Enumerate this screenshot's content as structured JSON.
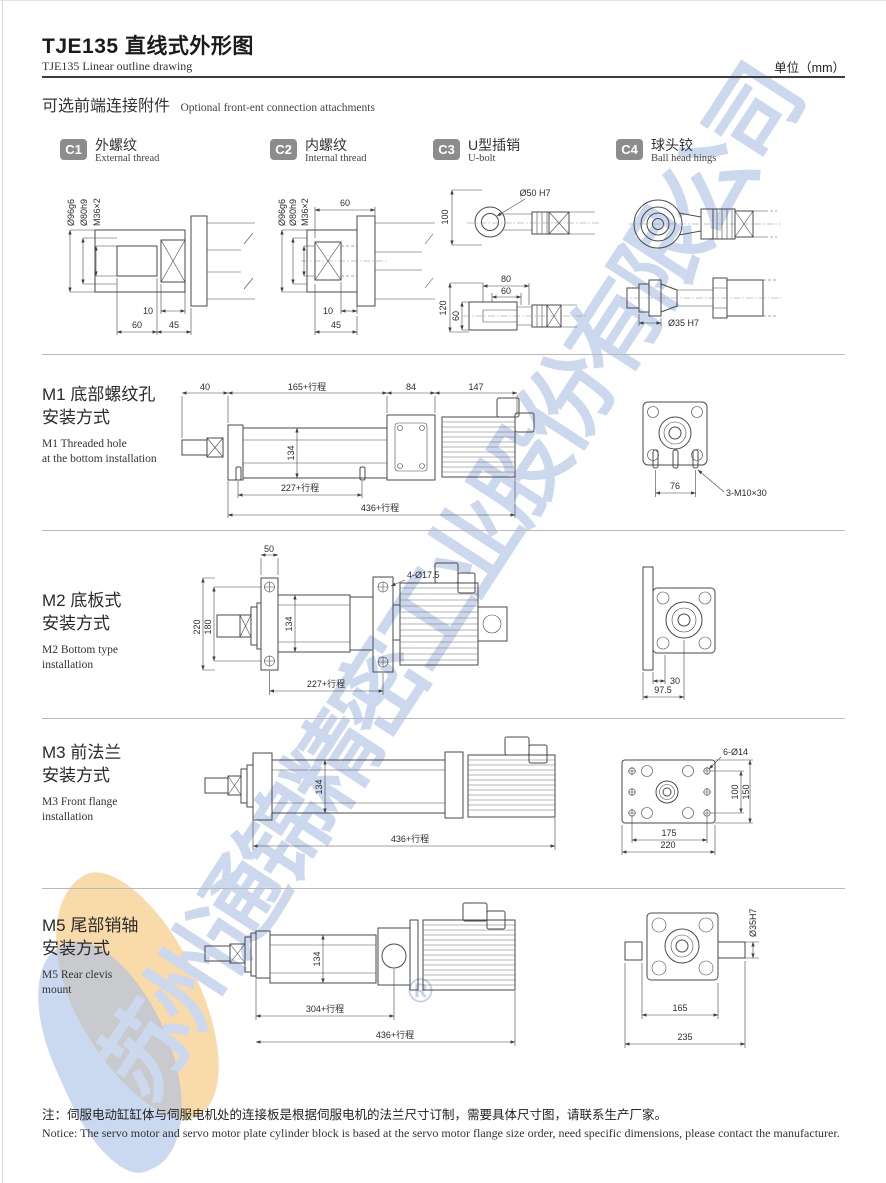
{
  "header": {
    "title_zh": "TJE135 直线式外形图",
    "title_en": "TJE135 Linear outline drawing",
    "unit_label": "单位（mm）"
  },
  "section": {
    "title_zh": "可选前端连接附件",
    "title_en": "Optional front-ent connection attachments"
  },
  "attachments": [
    {
      "code": "C1",
      "name_zh": "外螺纹",
      "name_en": "External thread",
      "dims": {
        "d1": "Ø96g6",
        "d2": "Ø80h9",
        "d3": "M36×2",
        "len10": "10",
        "len60": "60",
        "len45": "45"
      }
    },
    {
      "code": "C2",
      "name_zh": "内螺纹",
      "name_en": "Internal thread",
      "dims": {
        "d1": "Ø96g6",
        "d2": "Ø80h9",
        "d3": "M36×2",
        "top60": "60",
        "len10": "10",
        "len45": "45"
      }
    },
    {
      "code": "C3",
      "name_zh": "U型插销",
      "name_en": "U-bolt",
      "dims": {
        "h100": "100",
        "bore": "Ø50 H7",
        "w80": "80",
        "w60": "60",
        "h120": "120",
        "h60": "60"
      }
    },
    {
      "code": "C4",
      "name_zh": "球头铰",
      "name_en": "Ball head hings",
      "dims": {
        "bore": "Ø35 H7"
      }
    }
  ],
  "mounts": [
    {
      "code": "M1",
      "title_zh1": "M1 底部螺纹孔",
      "title_zh2": "安装方式",
      "title_en1": "M1 Threaded hole",
      "title_en2": "at the bottom installation",
      "dims": {
        "a": "40",
        "b": "165+行程",
        "c": "84",
        "d": "147",
        "h": "134",
        "e": "227+行程",
        "f": "436+行程",
        "g": "76",
        "holes": "3-M10×30"
      }
    },
    {
      "code": "M2",
      "title_zh1": "M2 底板式",
      "title_zh2": "安装方式",
      "title_en1": "M2 Bottom type",
      "title_en2": "installation",
      "dims": {
        "a": "50",
        "holes": "4-Ø17.5",
        "v1": "220",
        "v2": "180",
        "h": "134",
        "e": "227+行程",
        "p1": "30",
        "p2": "97.5"
      }
    },
    {
      "code": "M3",
      "title_zh1": "M3 前法兰",
      "title_zh2": "安装方式",
      "title_en1": "M3 Front flange",
      "title_en2": "installation",
      "dims": {
        "h": "134",
        "f": "436+行程",
        "holes": "6-Ø14",
        "v1": "100",
        "v2": "150",
        "b1": "175",
        "b2": "220"
      }
    },
    {
      "code": "M5",
      "title_zh1": "M5 尾部销轴",
      "title_zh2": "安装方式",
      "title_en1": "M5 Rear clevis",
      "title_en2": "mount",
      "dims": {
        "h": "134",
        "e": "304+行程",
        "f": "436+行程",
        "bore": "Ø35H7",
        "b1": "165",
        "b2": "235"
      }
    }
  ],
  "notes": {
    "zh": "注：伺服电动缸缸体与伺服电机处的连接板是根据伺服电机的法兰尺寸订制，需要具体尺寸图，请联系生产厂家。",
    "en": "Notice: The servo motor and servo motor plate cylinder block is based at the servo motor flange size order, need specific dimensions,  please contact the manufacturer."
  },
  "watermark": {
    "text": "苏州通锦精密工业股份有限公司",
    "registered": "®"
  }
}
